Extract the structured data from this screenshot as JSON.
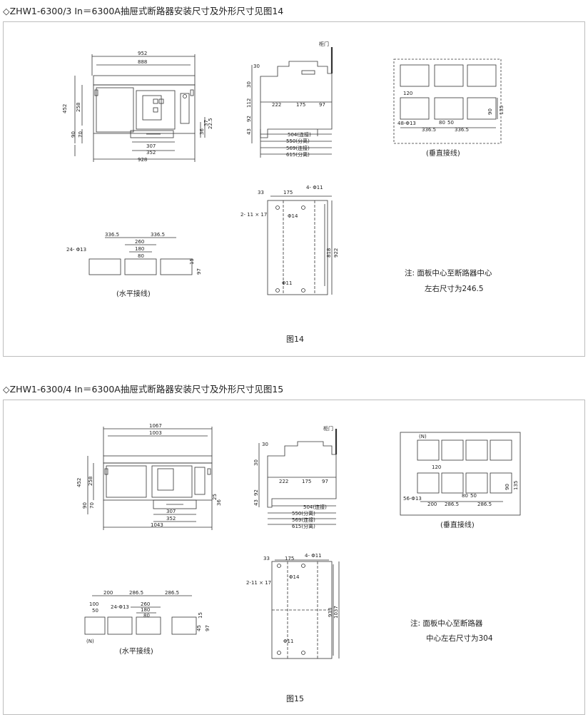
{
  "fig14": {
    "heading": "◇ZHW1-6300/3   In＝6300A抽屉式断路器安装尺寸及外形尺寸见图14",
    "caption": "图14",
    "front": {
      "w1": "952",
      "w2": "888",
      "h452": "452",
      "h258": "258",
      "h90": "90",
      "h70": "70",
      "d307": "307",
      "d352": "352",
      "d928": "928",
      "s37": "37",
      "s25": "22.5",
      "s36": "36"
    },
    "side": {
      "door": "柜门",
      "d30": "30",
      "d30b": "30",
      "d112": "112",
      "d92": "92",
      "d43": "43",
      "d222": "222",
      "d175": "175",
      "d97": "97",
      "d504": "504(连接)",
      "d550": "550(分离)",
      "d569": "569(连接)",
      "d615": "615(分离)"
    },
    "vertical": {
      "caption": "(垂直接线)",
      "d120": "120",
      "holes": "48-Φ13",
      "d3365a": "336.5",
      "d3365b": "336.5",
      "d80": "80",
      "d50": "50",
      "d135": "135",
      "d90": "90"
    },
    "horizontal": {
      "caption": "(水平接线)",
      "holes": "24- Φ13",
      "d3365a": "336.5",
      "d3365b": "336.5",
      "d260": "260",
      "d180": "180",
      "d80": "80",
      "d15": "15",
      "d97": "97"
    },
    "mount": {
      "d33": "33",
      "d175": "175",
      "holes4": "4- Φ11",
      "slot": "2- 11 × 17",
      "phi14": "Φ14",
      "phi11": "Φ11",
      "d818": "818",
      "d922": "922"
    },
    "note": {
      "line1": "注: 面板中心至断路器中心",
      "line2": "左右尺寸为246.5"
    }
  },
  "fig15": {
    "heading": "◇ZHW1-6300/4   In＝6300A抽屉式断路器安装尺寸及外形尺寸见图15",
    "caption": "图15",
    "front": {
      "w1": "1067",
      "w2": "1003",
      "h452": "452",
      "h258": "258",
      "h90": "90",
      "h70": "70",
      "d307": "307",
      "d352": "352",
      "d1043": "1043",
      "s25": "25",
      "s36": "36"
    },
    "side": {
      "door": "柜门",
      "d30": "30",
      "d30b": "30",
      "d92": "92",
      "d43": "43",
      "d222": "222",
      "d175": "175",
      "d97": "97",
      "d504": "504(连接)",
      "d550": "550(分离)",
      "d569": "569(连接)",
      "d615": "615(分离)"
    },
    "vertical": {
      "caption": "(垂直接线)",
      "n": "(N)",
      "d120": "120",
      "holes": "56-Φ13",
      "d200": "200",
      "d2865a": "286.5",
      "d2865b": "286.5",
      "d80": "80",
      "d50": "50",
      "d135": "135",
      "d90": "90"
    },
    "horizontal": {
      "caption": "(水平接线)",
      "n": "(N)",
      "holes": "24-Φ13",
      "d200": "200",
      "d2865a": "286.5",
      "d2865b": "286.5",
      "d100": "100",
      "d50": "50",
      "d260": "260",
      "d180": "180",
      "d80": "80",
      "d15": "15",
      "d97": "97",
      "d45": "45"
    },
    "mount": {
      "d33": "33",
      "d175": "175",
      "holes4": "4- Φ11",
      "slot": "2-11 × 17",
      "phi14": "Φ14",
      "phi11": "Φ11",
      "d933": "933",
      "d1037": "1037"
    },
    "note": {
      "line1": "注: 面板中心至断路器",
      "line2": "中心左右尺寸为304"
    }
  }
}
